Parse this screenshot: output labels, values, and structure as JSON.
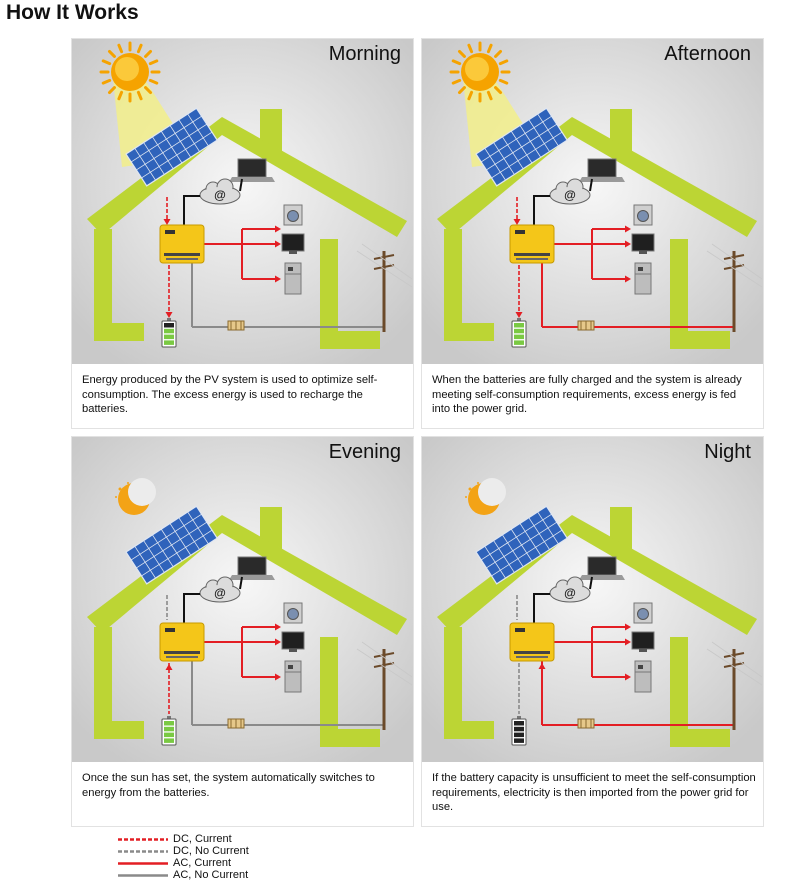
{
  "title": "How It Works",
  "colors": {
    "house": "#bcd534",
    "dc_current": "#e31e24",
    "no_current": "#8a8a8a",
    "ac_current": "#e31e24",
    "panel_blue": "#2f63bb",
    "inverter": "#f4c619",
    "sun": "#f5a300",
    "moon": "#f3a316"
  },
  "panels": [
    {
      "label": "Morning",
      "description": "Energy produced by the PV system is used to optimize self-consumption. The excess energy is used to recharge the batteries.",
      "sky": "sun",
      "flows": {
        "pv_to_inverter": "dc_current",
        "inverter_to_battery": "dc_current",
        "inverter_to_grid": "ac_no_current",
        "battery_level": "charging"
      }
    },
    {
      "label": "Afternoon",
      "description": "When the batteries are fully charged and the system is already meeting self-consumption requirements, excess energy is fed into the power grid.",
      "sky": "sun",
      "flows": {
        "pv_to_inverter": "dc_current",
        "inverter_to_battery": "dc_current",
        "inverter_to_grid": "ac_current",
        "battery_level": "full"
      }
    },
    {
      "label": "Evening",
      "description": "Once the sun has set, the system automatically switches to energy from the batteries.",
      "sky": "moon",
      "flows": {
        "pv_to_inverter": "dc_no_current",
        "inverter_to_battery": "dc_current_up",
        "inverter_to_grid": "ac_no_current",
        "battery_level": "full"
      }
    },
    {
      "label": "Night",
      "description": "If the battery capacity is unsufficient to meet the self-consumption requirements, electricity is then imported from the power grid for use.",
      "sky": "moon",
      "flows": {
        "pv_to_inverter": "dc_no_current",
        "inverter_to_battery": "dc_no_current",
        "inverter_to_grid": "ac_current_in",
        "battery_level": "empty"
      }
    }
  ],
  "network_symbol": "@",
  "legend": [
    {
      "label": "DC, Current",
      "style": "dc_current"
    },
    {
      "label": "DC, No Current",
      "style": "dc_no_current"
    },
    {
      "label": "AC, Current",
      "style": "ac_current"
    },
    {
      "label": "AC, No Current",
      "style": "ac_no_current"
    }
  ]
}
